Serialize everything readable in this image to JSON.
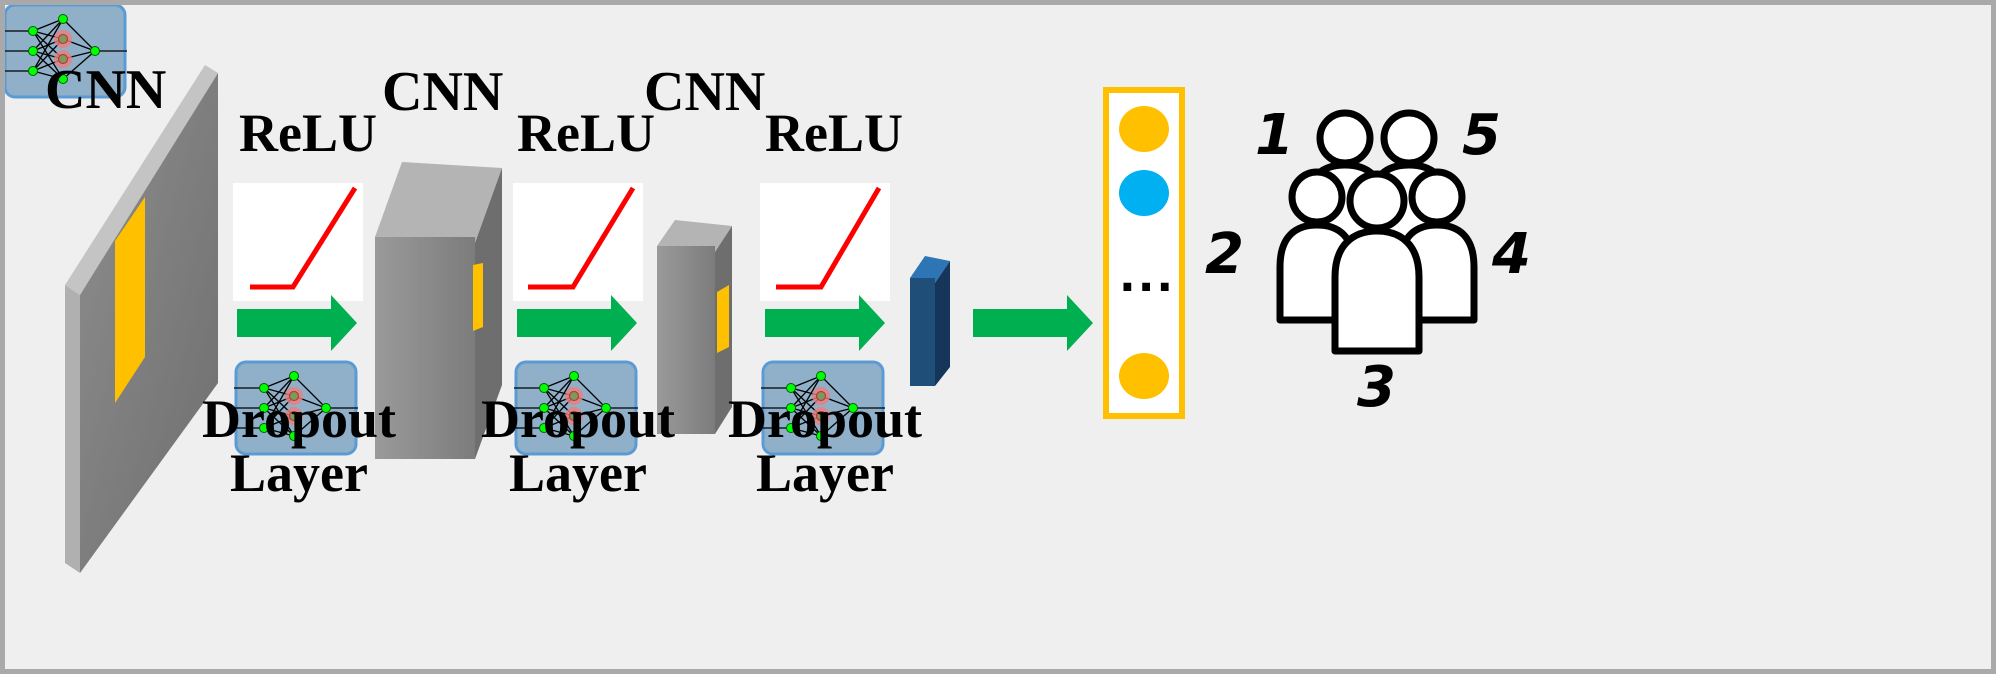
{
  "labels": {
    "cnn": [
      "CNN",
      "CNN",
      "CNN"
    ],
    "relu": [
      "ReLU",
      "ReLU",
      "ReLU"
    ],
    "dropout_line1": "Dropout",
    "dropout_line2": "Layer",
    "output_ellipsis": "...",
    "class_numbers": [
      "1",
      "2",
      "3",
      "4",
      "5"
    ]
  },
  "icons": {
    "layer_blocks": "3d-block",
    "relu_graph": "relu-curve",
    "dropout_net": "neural-network-dropout",
    "arrow": "arrow-right",
    "people": "people-group-icon"
  },
  "colors": {
    "block_gray": "#8c8c8c",
    "kernel_yellow": "#ffc000",
    "relu_red": "#ff0000",
    "arrow_green": "#00b050",
    "dropout_box": "#8fb0c8",
    "dropout_border": "#5b9bd5",
    "node_green": "#00ff00",
    "dropped_node": "#e88080",
    "final_block": "#1f4e79",
    "output_border": "#ffc000",
    "output_yellow": "#ffc000",
    "output_blue": "#00b0f0"
  }
}
